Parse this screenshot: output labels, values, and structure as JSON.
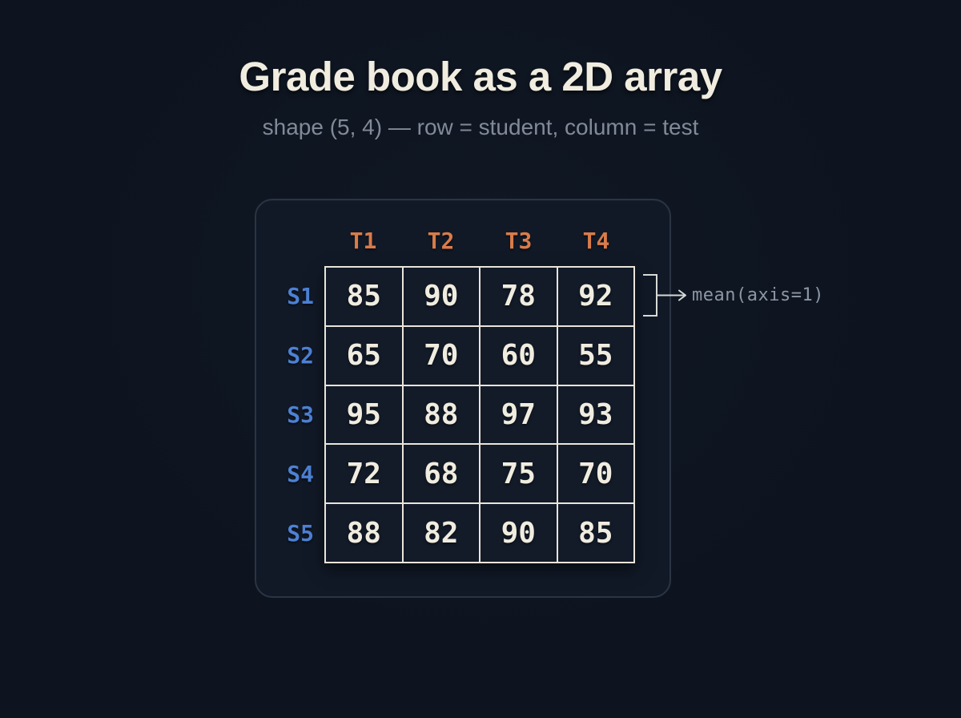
{
  "header": {
    "title": "Grade book as a 2D array",
    "subtitle": "shape (5, 4) — row = student, column = test"
  },
  "annotation": {
    "label": "mean(axis=1)"
  },
  "chart_data": {
    "type": "table",
    "title": "Grade book as a 2D array",
    "shape": "(5, 4)",
    "columns": [
      "T1",
      "T2",
      "T3",
      "T4"
    ],
    "rows": [
      "S1",
      "S2",
      "S3",
      "S4",
      "S5"
    ],
    "values": [
      [
        85,
        90,
        78,
        92
      ],
      [
        65,
        70,
        60,
        55
      ],
      [
        95,
        88,
        97,
        93
      ],
      [
        72,
        68,
        75,
        70
      ],
      [
        88,
        82,
        90,
        85
      ]
    ]
  },
  "colors": {
    "background": "#0d141f",
    "card_background": "#111927",
    "card_border": "#2b3443",
    "grid_line": "#e9e5d9",
    "cell_background": "#131b29",
    "value_cream": "#f0ecdf",
    "title_cream": "#ece8dc",
    "column_orange": "#d97c4a",
    "row_blue": "#4d81d3",
    "subtitle_gray": "#828a99",
    "annotation_gray": "#8e96a5"
  }
}
